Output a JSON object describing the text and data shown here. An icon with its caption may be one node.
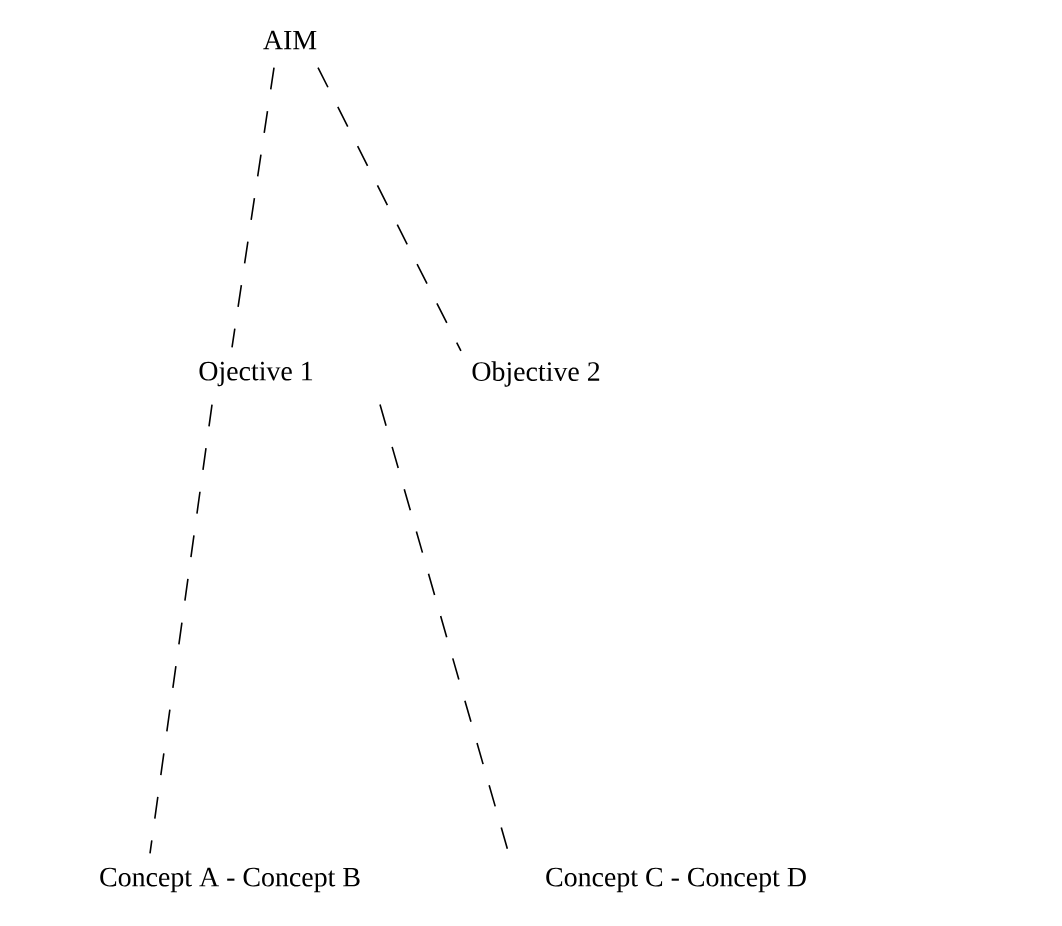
{
  "diagram": {
    "nodes": [
      {
        "text": [
          "AIM"
        ]
      },
      {
        "text": [
          "Ojective 1"
        ]
      },
      {
        "text": [
          "Objective 2"
        ]
      },
      {
        "text": [
          "Concept A - Concept B"
        ]
      },
      {
        "text": [
          "Concept C - Concept D"
        ]
      }
    ],
    "edges": [
      {
        "from": 0,
        "to": 1,
        "arrow": "none",
        "style": "dashed"
      },
      {
        "from": 0,
        "to": 2,
        "arrow": "none",
        "style": "dashed"
      },
      {
        "from": 1,
        "to": 3,
        "arrow": "none",
        "style": "dashed"
      },
      {
        "from": 1,
        "to": 4,
        "arrow": "none",
        "style": "dashed"
      }
    ]
  }
}
